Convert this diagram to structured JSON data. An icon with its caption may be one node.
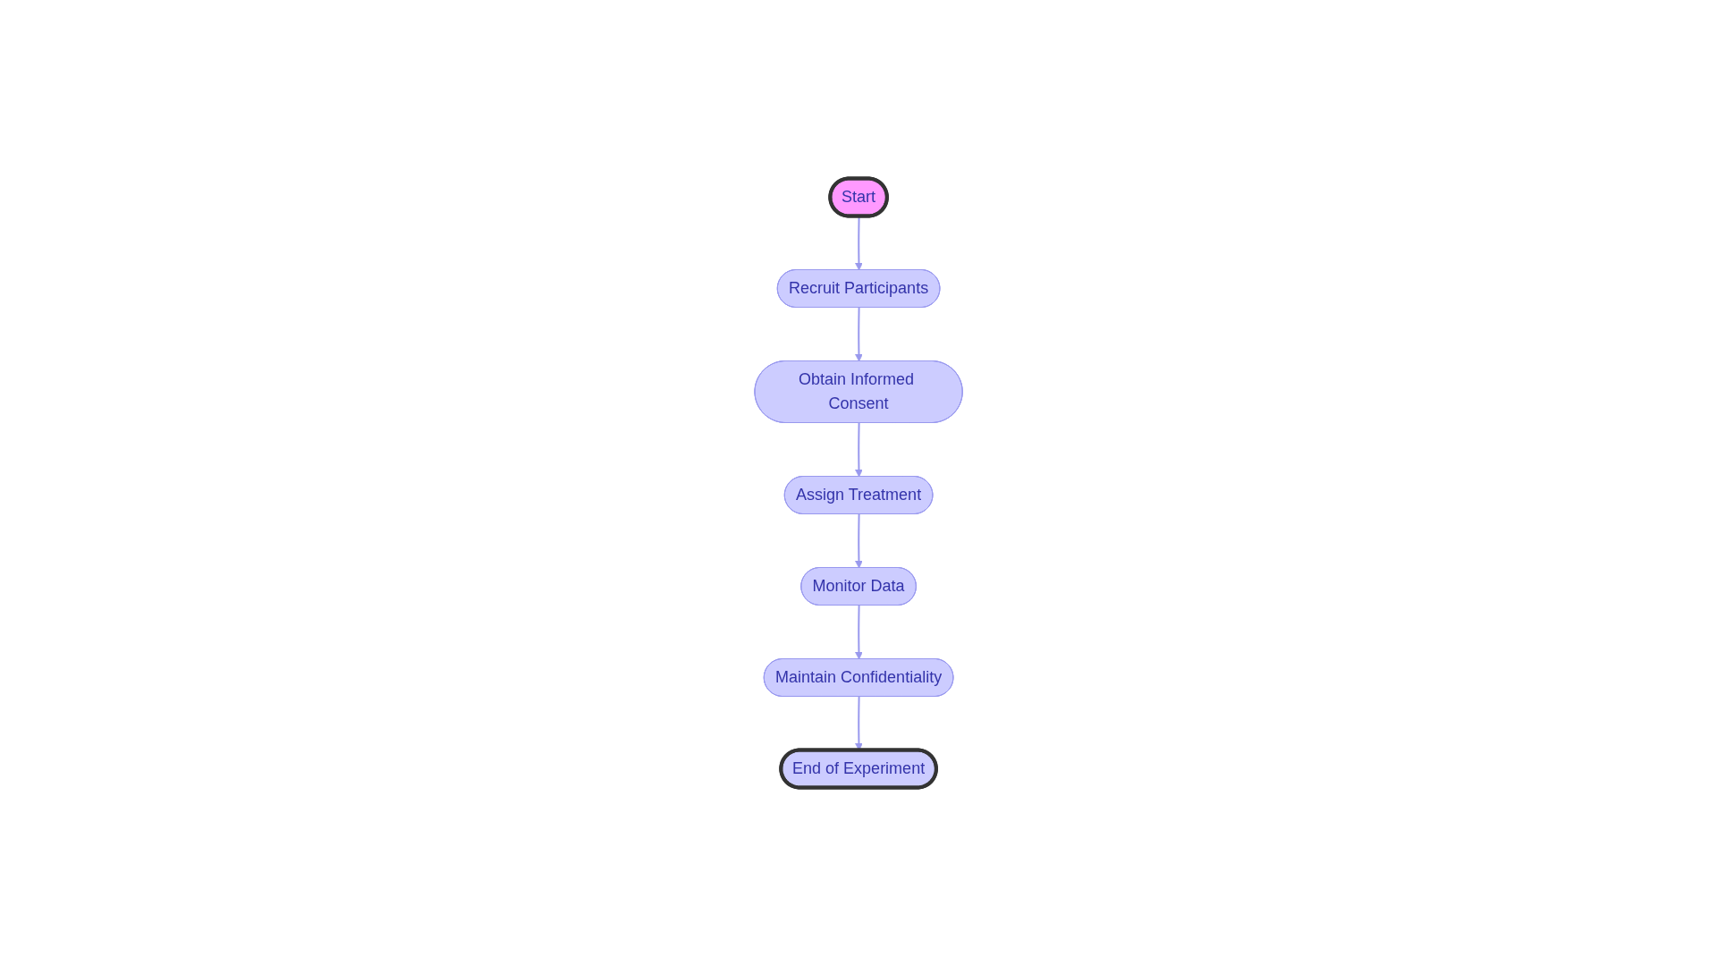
{
  "diagram": {
    "nodes": [
      {
        "text": [
          "Start"
        ]
      },
      {
        "text": [
          "Recruit Participants"
        ]
      },
      {
        "text": [
          "Obtain Informed Consent"
        ]
      },
      {
        "text": [
          "Assign Treatment"
        ]
      },
      {
        "text": [
          "Monitor Data"
        ]
      },
      {
        "text": [
          "Maintain Confidentiality"
        ]
      },
      {
        "text": [
          "End of Experiment"
        ]
      }
    ],
    "edges": [
      {
        "from": 0,
        "to": 1,
        "arrow": "to"
      },
      {
        "from": 1,
        "to": 2,
        "arrow": "to"
      },
      {
        "from": 2,
        "to": 3,
        "arrow": "to"
      },
      {
        "from": 3,
        "to": 4,
        "arrow": "to"
      },
      {
        "from": 4,
        "to": 5,
        "arrow": "to"
      },
      {
        "from": 5,
        "to": 6,
        "arrow": "to"
      }
    ]
  }
}
